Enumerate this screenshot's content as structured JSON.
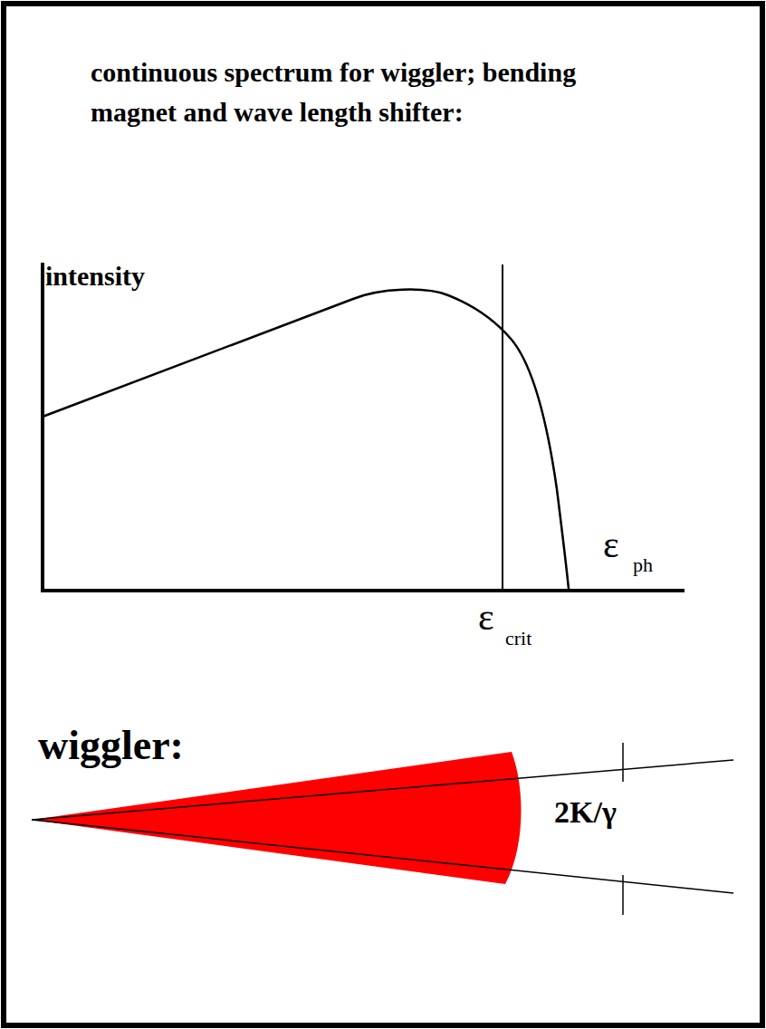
{
  "diagram": {
    "title": "continuous spectrum for wiggler; bending magnet and wave length shifter:",
    "labels": [
      "intensity",
      "ε",
      "ph",
      "ε",
      "crit",
      "wiggler:",
      "2K/γ"
    ]
  }
}
